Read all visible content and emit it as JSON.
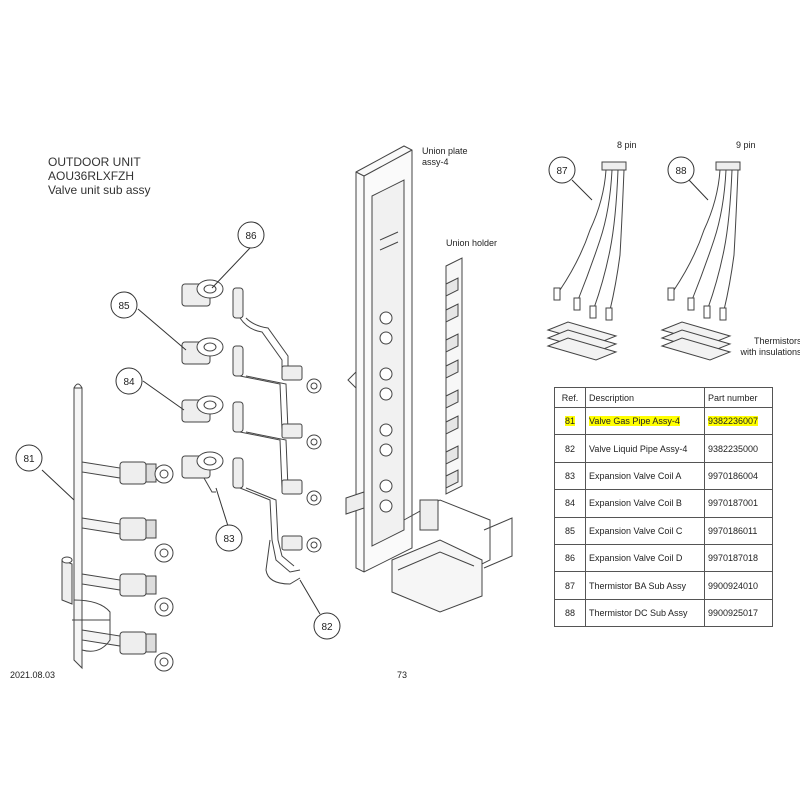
{
  "header": {
    "line1": "OUTDOOR UNIT",
    "line2": "AOU36RLXFZH",
    "line3": "Valve unit sub assy"
  },
  "labels": {
    "union_plate_1": "Union plate",
    "union_plate_2": "assy-4",
    "union_holder": "Union holder",
    "pin8": "8 pin",
    "pin9": "9 pin",
    "thermistors_1": "Thermistors",
    "thermistors_2": "with insulations"
  },
  "callouts": [
    "81",
    "82",
    "83",
    "84",
    "85",
    "86",
    "87",
    "88"
  ],
  "parts_table": {
    "headers": [
      "Ref.",
      "Description",
      "Part number"
    ],
    "rows": [
      {
        "ref": "81",
        "description": "Valve Gas Pipe Assy-4",
        "part": "9382236007",
        "highlight": true
      },
      {
        "ref": "82",
        "description": "Valve Liquid Pipe Assy-4",
        "part": "9382235000",
        "highlight": false
      },
      {
        "ref": "83",
        "description": "Expansion Valve Coil A",
        "part": "9970186004",
        "highlight": false
      },
      {
        "ref": "84",
        "description": "Expansion Valve Coil B",
        "part": "9970187001",
        "highlight": false
      },
      {
        "ref": "85",
        "description": "Expansion Valve Coil C",
        "part": "9970186011",
        "highlight": false
      },
      {
        "ref": "86",
        "description": "Expansion Valve Coil D",
        "part": "9970187018",
        "highlight": false
      },
      {
        "ref": "87",
        "description": "Thermistor BA Sub Assy",
        "part": "9900924010",
        "highlight": false
      },
      {
        "ref": "88",
        "description": "Thermistor DC Sub Assy",
        "part": "9900925017",
        "highlight": false
      }
    ],
    "highlight_color": "#ffff00"
  },
  "footer": {
    "date": "2021.08.03",
    "page": "73"
  }
}
